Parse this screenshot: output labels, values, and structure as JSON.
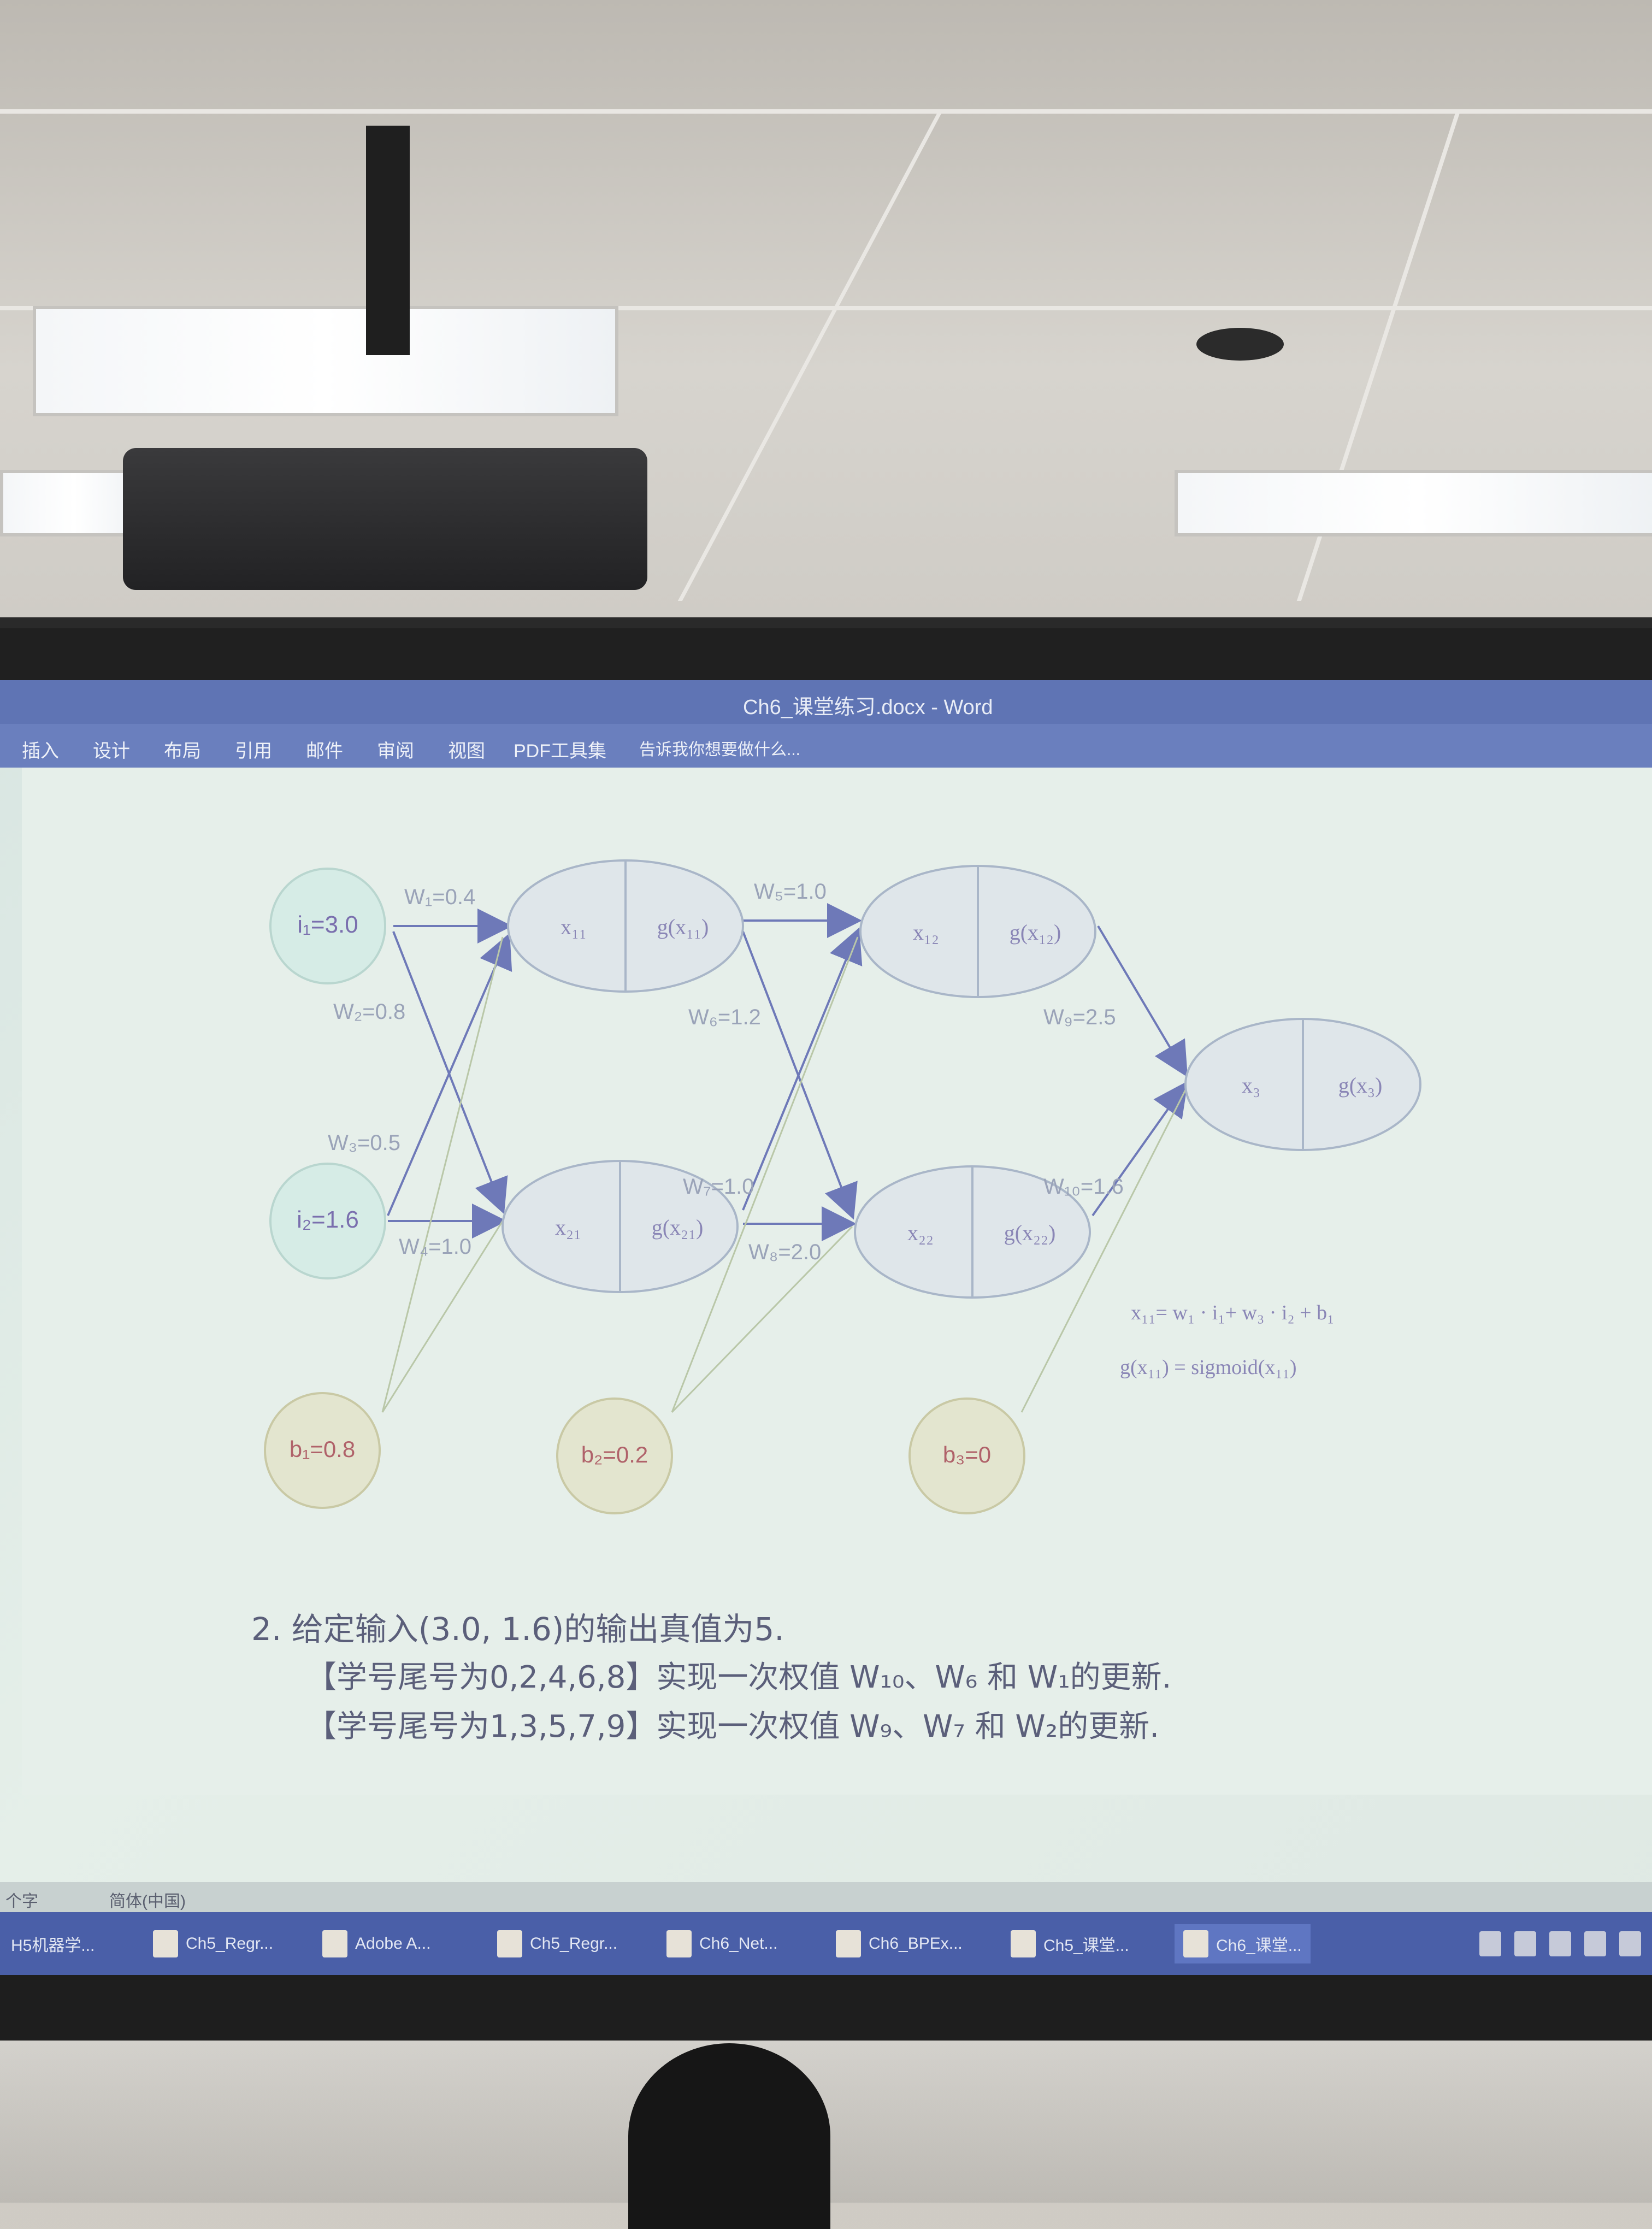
{
  "window": {
    "title": "Ch6_课堂练习.docx - Word"
  },
  "ribbon_tabs": [
    "插入",
    "设计",
    "布局",
    "引用",
    "邮件",
    "审阅",
    "视图",
    "PDF工具集",
    "告诉我你想要做什么..."
  ],
  "diagram": {
    "inputs": [
      {
        "label": "i₁=3.0"
      },
      {
        "label": "i₂=1.6"
      }
    ],
    "biases": [
      {
        "label": "b₁=0.8"
      },
      {
        "label": "b₂=0.2"
      },
      {
        "label": "b₃=0"
      }
    ],
    "neurons": [
      {
        "left": "x₁₁",
        "right": "g(x₁₁)"
      },
      {
        "left": "x₂₁",
        "right": "g(x₂₁)"
      },
      {
        "left": "x₁₂",
        "right": "g(x₁₂)"
      },
      {
        "left": "x₂₂",
        "right": "g(x₂₂)"
      },
      {
        "left": "x₃",
        "right": "g(x₃)"
      }
    ],
    "weights": {
      "w1": "W₁=0.4",
      "w2": "W₂=0.8",
      "w3": "W₃=0.5",
      "w4": "W₄=1.0",
      "w5": "W₅=1.0",
      "w6": "W₆=1.2",
      "w7": "W₇=1.0",
      "w8": "W₈=2.0",
      "w9": "W₉=2.5",
      "w10": "W₁₀=1.6"
    },
    "formula1": "x₁₁= w₁ · i₁+ w₃ · i₂ + b₁",
    "formula2": "g(x₁₁) = sigmoid(x₁₁)"
  },
  "question": {
    "line1": "2.  给定输入(3.0, 1.6)的输出真值为5.",
    "line2": "【学号尾号为0,2,4,6,8】实现一次权值 W₁₀、W₆ 和 W₁的更新.",
    "line3": "【学号尾号为1,3,5,7,9】实现一次权值 W₉、W₇ 和 W₂的更新."
  },
  "statusbar": {
    "words": "个字",
    "lang": "简体(中国)"
  },
  "taskbar": [
    {
      "label": "H5机器学..."
    },
    {
      "label": "Ch5_Regr..."
    },
    {
      "label": "Adobe A..."
    },
    {
      "label": "Ch5_Regr..."
    },
    {
      "label": "Ch6_Net..."
    },
    {
      "label": "Ch6_BPEx..."
    },
    {
      "label": "Ch5_课堂..."
    },
    {
      "label": "Ch6_课堂..."
    }
  ]
}
